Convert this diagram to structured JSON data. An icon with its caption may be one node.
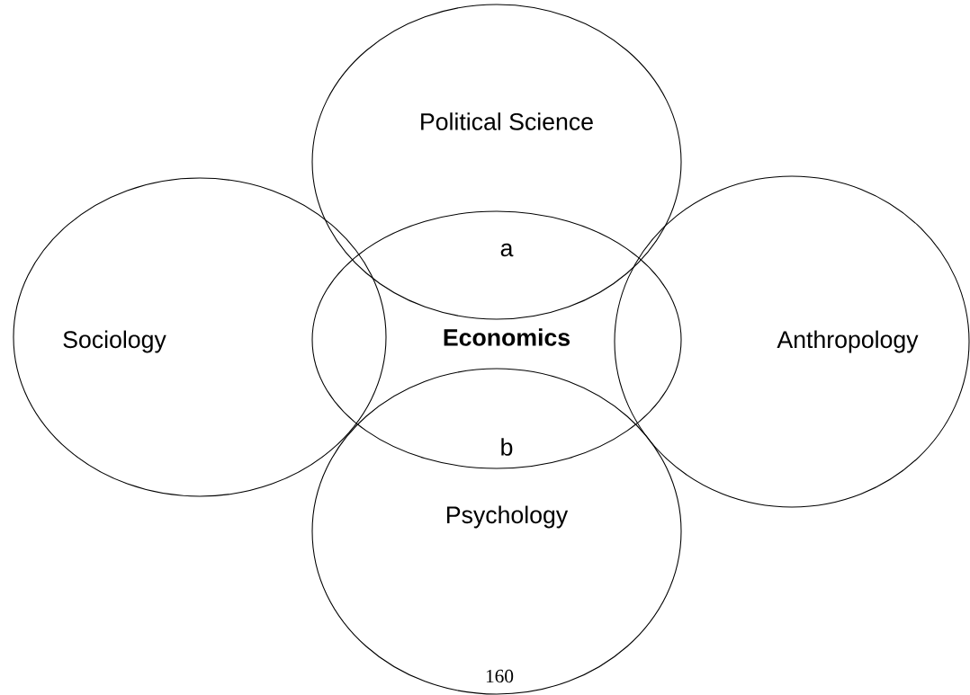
{
  "diagram": {
    "nodes": [
      {
        "text": [
          "Political Science"
        ]
      },
      {
        "text": [
          "Sociology"
        ]
      },
      {
        "text": [
          "Economics"
        ]
      },
      {
        "text": [
          "Anthropology"
        ]
      },
      {
        "text": [
          "Psychology"
        ]
      }
    ],
    "labels": [
      "a",
      "b",
      "160"
    ]
  }
}
